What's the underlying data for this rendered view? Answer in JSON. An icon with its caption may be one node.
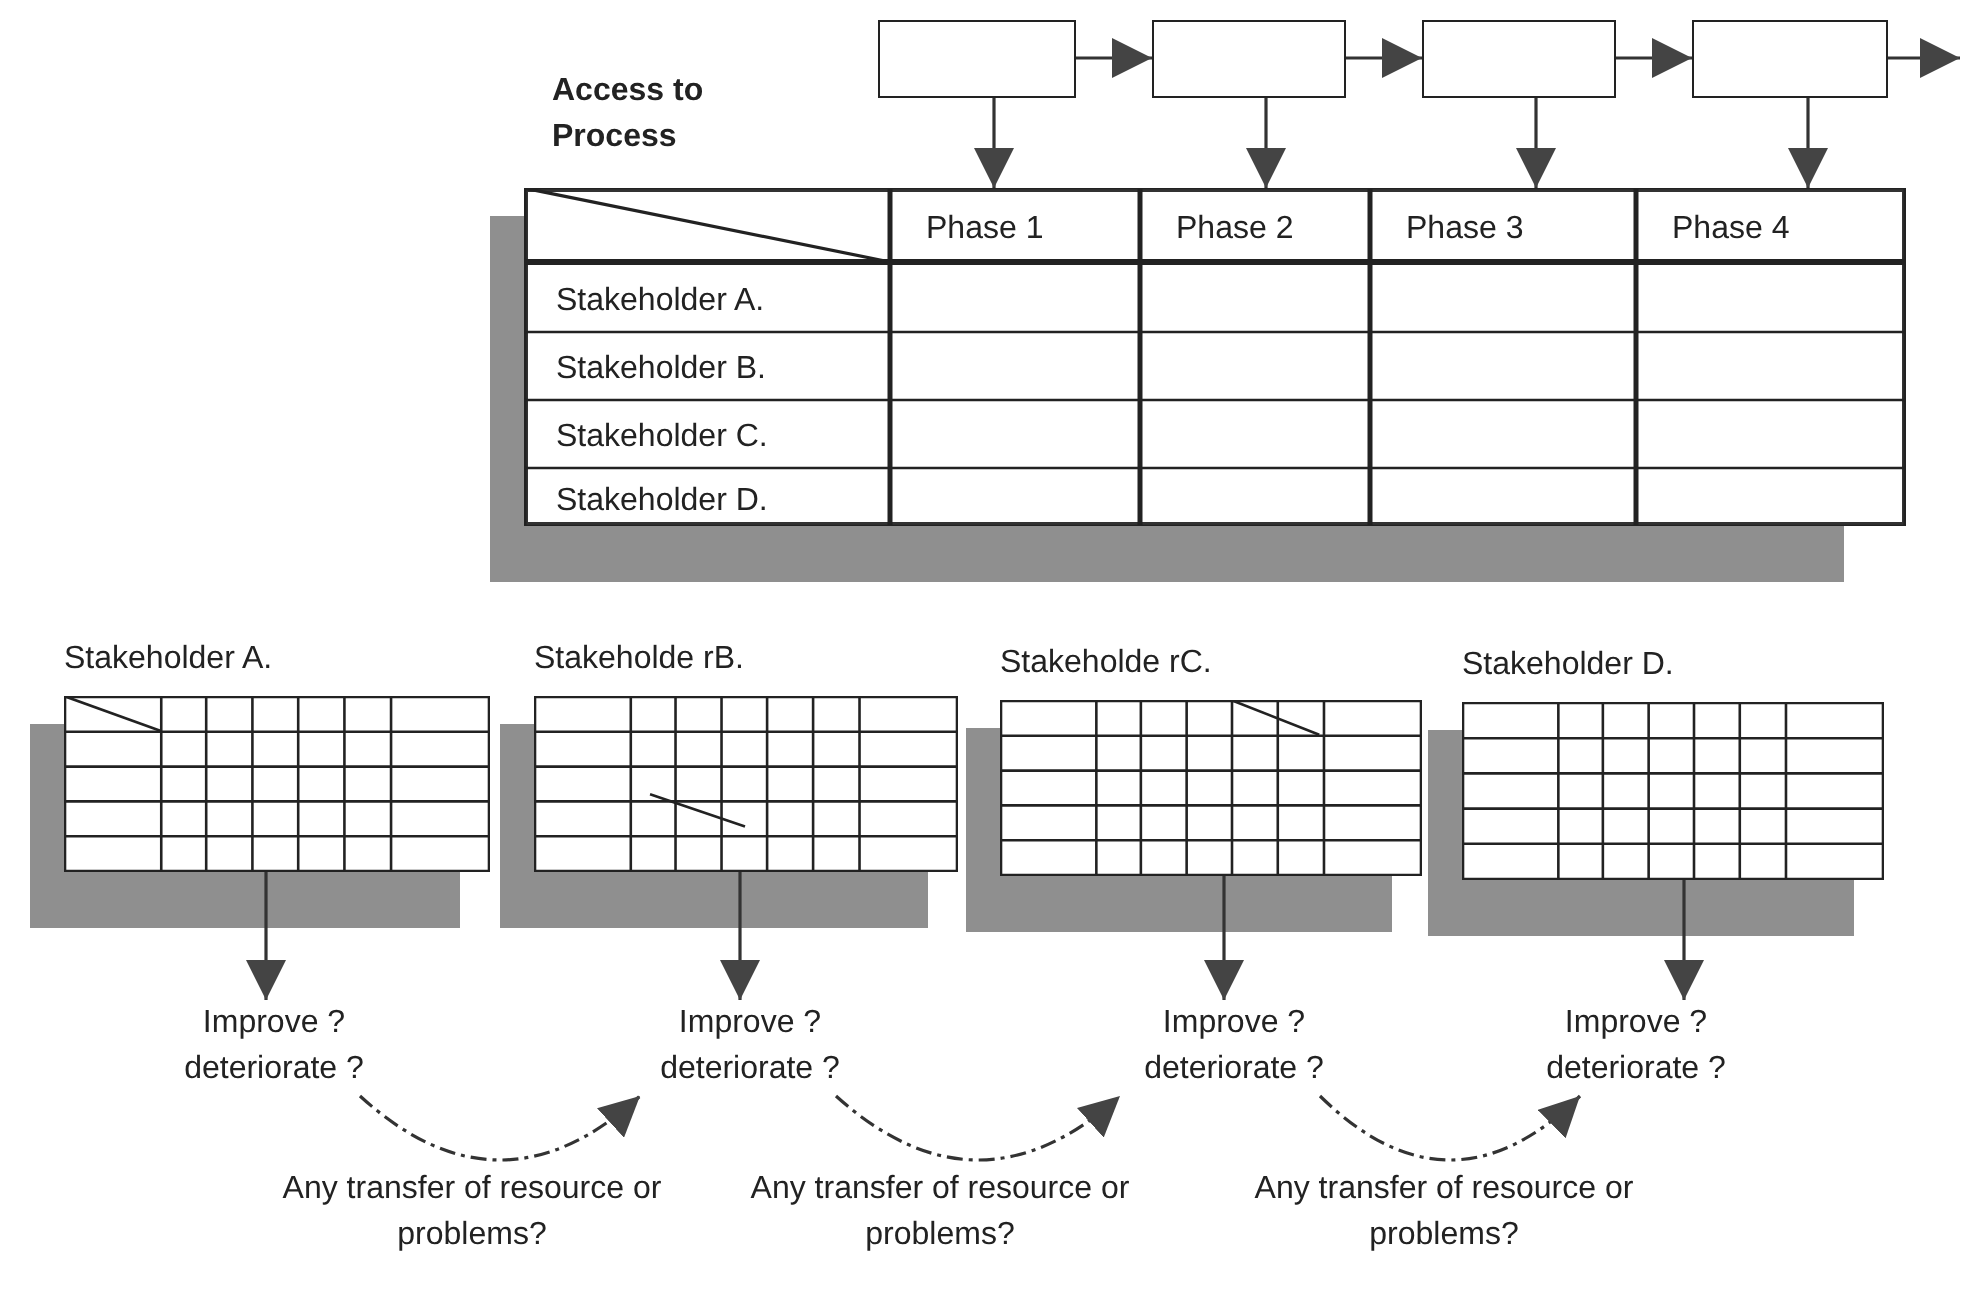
{
  "diagram": {
    "nodes": [
      {
        "text": [],
        "shape": "box"
      },
      {
        "text": [],
        "shape": "box"
      },
      {
        "text": [],
        "shape": "box"
      },
      {
        "text": [],
        "shape": "box"
      },
      {
        "text": [],
        "shape": "table"
      },
      {
        "text": [
          "Phase 1"
        ],
        "in": 4
      },
      {
        "text": [
          "Phase 2"
        ],
        "in": 4
      },
      {
        "text": [
          "Phase 3"
        ],
        "in": 4
      },
      {
        "text": [
          "Phase 4"
        ],
        "in": 4
      },
      {
        "text": [
          "Stakeholder A."
        ],
        "in": 4
      },
      {
        "text": [
          "Stakeholder B."
        ],
        "in": 4
      },
      {
        "text": [
          "Stakeholder C."
        ],
        "in": 4
      },
      {
        "text": [
          "Stakeholder D."
        ],
        "in": 4
      },
      {
        "text": [
          "Stakeholder A."
        ]
      },
      {
        "text": [
          "Stakeholde rB."
        ]
      },
      {
        "text": [
          "Stakeholde rC."
        ]
      },
      {
        "text": [
          "Stakeholder D."
        ]
      },
      {
        "text": [
          "Improve ? deteriorate ?"
        ]
      },
      {
        "text": [
          "Improve ? deteriorate ?"
        ]
      },
      {
        "text": [
          "Improve ? deteriorate ?"
        ]
      },
      {
        "text": [
          "Improve ? deteriorate ?"
        ]
      }
    ],
    "edges": [
      {
        "from": 0,
        "to": 1,
        "arrow": "to"
      },
      {
        "from": 1,
        "to": 2,
        "arrow": "to"
      },
      {
        "from": 2,
        "to": 3,
        "arrow": "to"
      },
      {
        "from": 3,
        "to": null,
        "arrow": "to"
      },
      {
        "from": 0,
        "to": 5,
        "arrow": "to"
      },
      {
        "from": 1,
        "to": 6,
        "arrow": "to"
      },
      {
        "from": 2,
        "to": 7,
        "arrow": "to"
      },
      {
        "from": 3,
        "to": 8,
        "arrow": "to"
      },
      {
        "from": 13,
        "to": 17,
        "arrow": "to"
      },
      {
        "from": 14,
        "to": 18,
        "arrow": "to"
      },
      {
        "from": 15,
        "to": 19,
        "arrow": "to"
      },
      {
        "from": 16,
        "to": 20,
        "arrow": "to"
      },
      {
        "from": 17,
        "to": 18,
        "arrow": "to",
        "style": "dashed",
        "label": "Any transfer of resource or problems?"
      },
      {
        "from": 18,
        "to": 19,
        "arrow": "to",
        "style": "dashed",
        "label": "Any transfer of resource or problems?"
      },
      {
        "from": 19,
        "to": 20,
        "arrow": "to",
        "style": "dashed",
        "label": "Any transfer of resource or problems?"
      }
    ],
    "labels": [
      "Access to Process"
    ]
  }
}
